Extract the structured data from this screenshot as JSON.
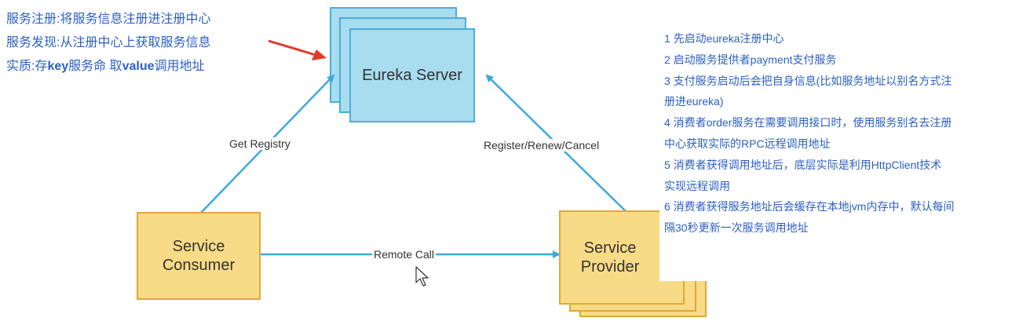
{
  "left_notes": {
    "line1": "服务注册:将服务信息注册进注册中心",
    "line2": "服务发现:从注册中心上获取服务信息",
    "line3_prefix": "实质:存",
    "line3_key": "key",
    "line3_mid": "服务命 取",
    "line3_value": "value",
    "line3_suffix": "调用地址"
  },
  "diagram": {
    "eureka_server": "Eureka Server",
    "consumer_line1": "Service",
    "consumer_line2": "Consumer",
    "provider_line1": "Service",
    "provider_line2": "Provider",
    "get_registry": "Get Registry",
    "register_renew_cancel": "Register/Renew/Cancel",
    "remote_call": "Remote Call"
  },
  "steps": [
    "1 先启动eureka注册中心",
    "2 启动服务提供者payment支付服务",
    "3 支付服务启动后会把自身信息(比如服务地址以别名方式注",
    "册进eureka)",
    "4 消费者order服务在需要调用接口时，使用服务别名去注册",
    "中心获取实际的RPC远程调用地址",
    "5 消费者获得调用地址后，底层实际是利用HttpClient技术",
    "实现远程调用",
    "6 消费者获得服务地址后会缓存在本地jvm内存中，默认每间",
    "隔30秒更新一次服务调用地址"
  ],
  "colors": {
    "note_text": "#2b5fc1",
    "eureka_fill": "#a8dcef",
    "eureka_border": "#4aaed8",
    "service_fill": "#f8db86",
    "service_border": "#e0a73a",
    "connector": "#3fa9dd",
    "annotation_arrow": "#e23a2a"
  },
  "icons": [
    "red-annotation-arrow",
    "mouse-cursor-icon"
  ]
}
